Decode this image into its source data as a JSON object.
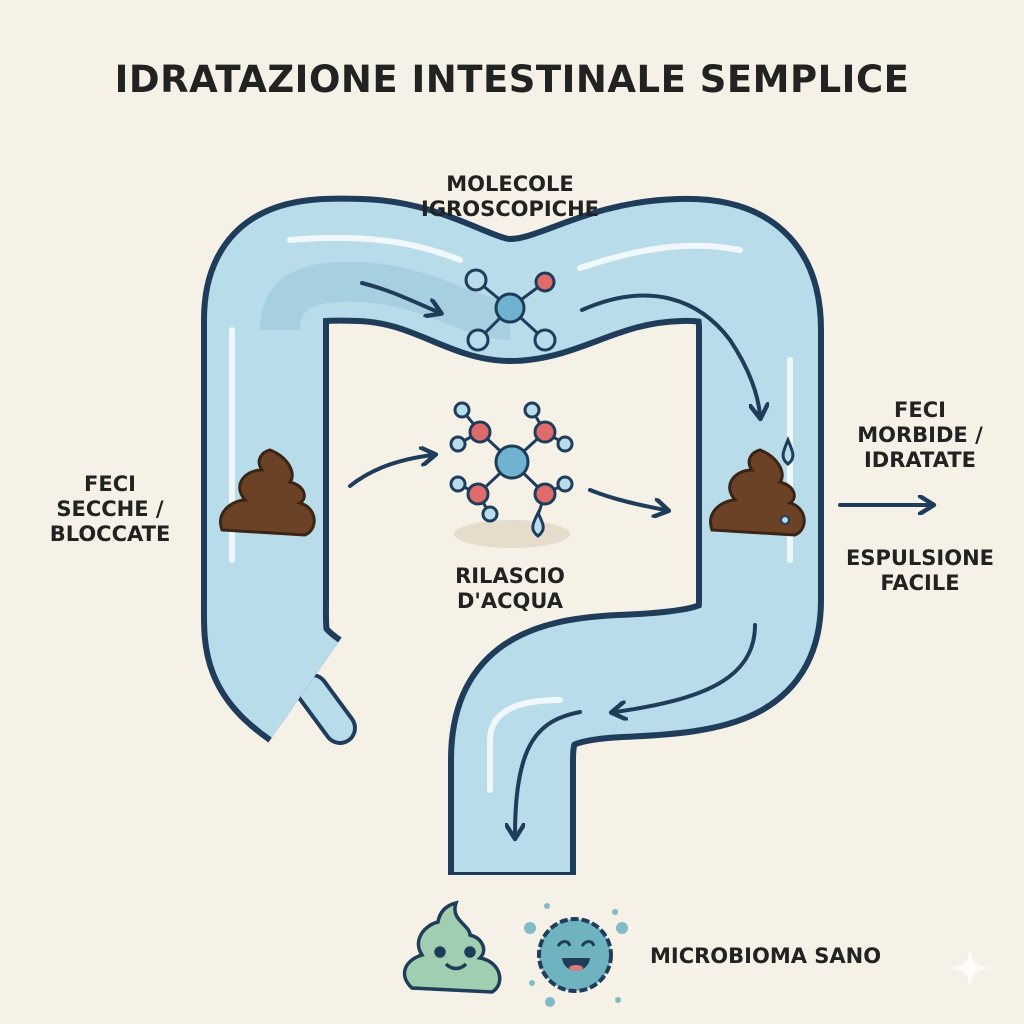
{
  "title": "IDRATAZIONE INTESTINALE SEMPLICE",
  "labels": {
    "molecules_1": "MOLECOLE",
    "molecules_2": "IGROSCOPICHE",
    "dry_1": "FECI",
    "dry_2": "SECCHE /",
    "dry_3": "BLOCCATE",
    "release_1": "RILASCIO",
    "release_2": "D'ACQUA",
    "soft_1": "FECI",
    "soft_2": "MORBIDE /",
    "soft_3": "IDRATATE",
    "exp_1": "ESPULSIONE",
    "exp_2": "FACILE",
    "microbiome": "MICROBIOMA SANO"
  },
  "colors": {
    "background": "#f6f1e6",
    "tube": "#b9dcea",
    "outline": "#1f3d5a",
    "stool": "#6b4226",
    "happy_stool": "#9fceb0",
    "microbe": "#6fb3c1",
    "oxygen": "#e06b6b"
  }
}
